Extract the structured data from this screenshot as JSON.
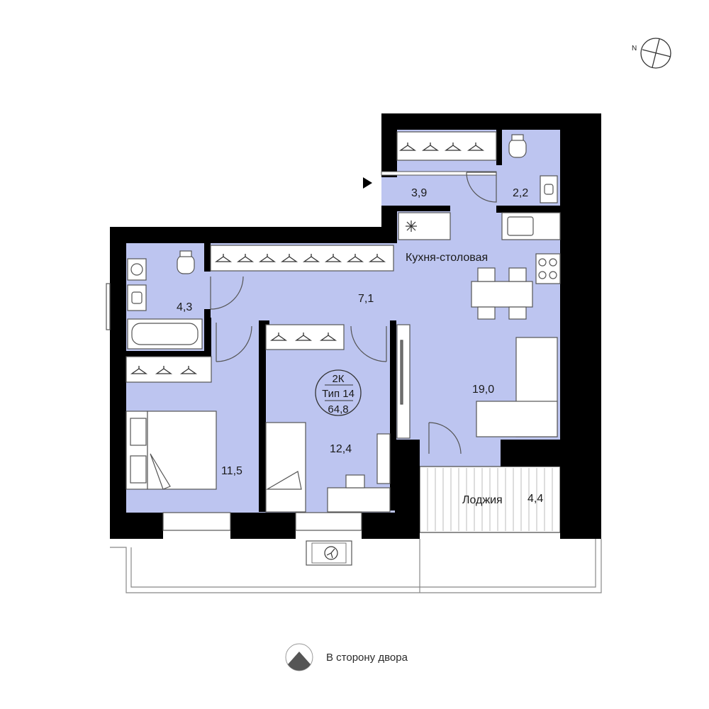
{
  "compass": {
    "north_label": "N"
  },
  "apartment_badge": {
    "type": "2К",
    "layout_type": "Тип 14",
    "total_area": "64,8"
  },
  "rooms": {
    "entrance_hall": {
      "area": "3,9"
    },
    "wc": {
      "area": "2,2"
    },
    "bathroom": {
      "area": "4,3"
    },
    "corridor": {
      "area": "7,1"
    },
    "kitchen_dining": {
      "label": "Кухня-столовая"
    },
    "living": {
      "area": "19,0"
    },
    "bedroom_left": {
      "area": "11,5"
    },
    "bedroom_middle": {
      "area": "12,4"
    },
    "loggia": {
      "label": "Лоджия",
      "area": "4,4"
    }
  },
  "footer": {
    "courtyard_label": "В сторону двора",
    "icon": "courtyard-direction-icon"
  },
  "colors": {
    "floor": "#bdc5f0",
    "wall": "#000000",
    "furniture": "#ffffff",
    "outline": "#555555"
  }
}
